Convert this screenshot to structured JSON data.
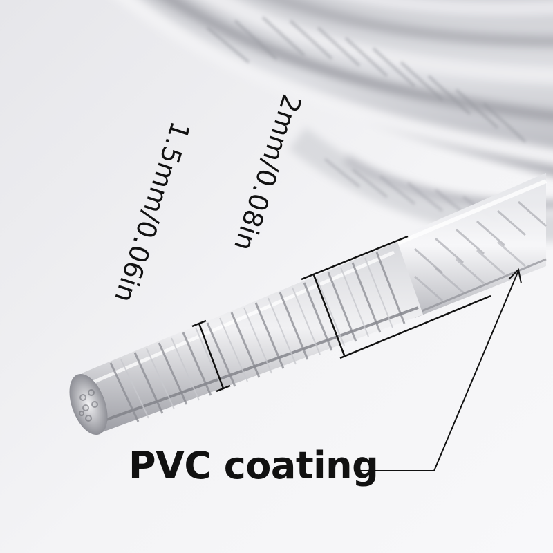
{
  "labels": {
    "small_diameter": "1.5mm/0.06in",
    "large_diameter": "2mm/0.08in",
    "coating": "PVC coating"
  },
  "colors": {
    "background": "#f2f2f4",
    "cable_light": "#e4e4e8",
    "cable_mid": "#b9bac0",
    "cable_dark": "#7c7d84",
    "annotation": "#111111"
  }
}
